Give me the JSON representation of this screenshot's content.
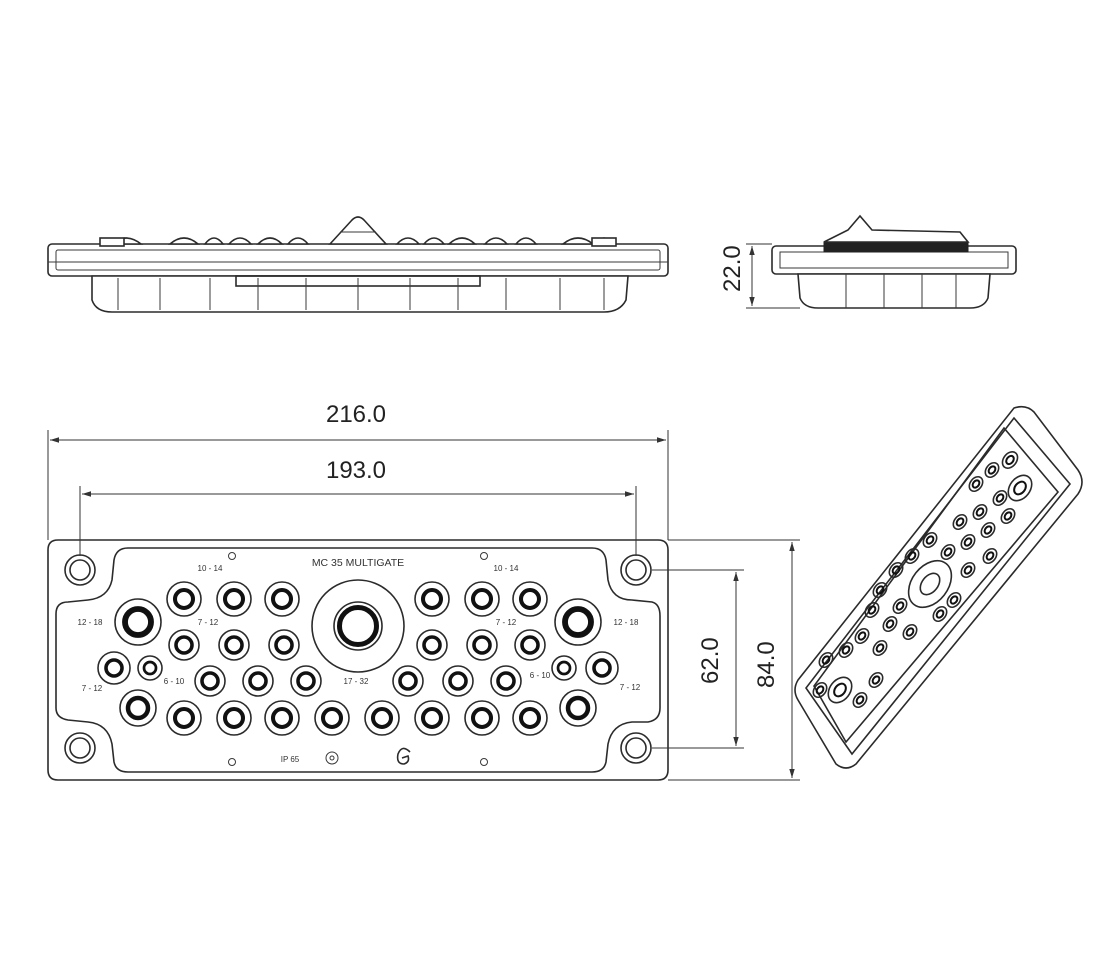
{
  "dimensions": {
    "overall_width": "216.0",
    "hole_spacing_width": "193.0",
    "hole_spacing_height": "62.0",
    "overall_height": "84.0",
    "depth": "22.0"
  },
  "plate": {
    "model_label": "MC 35 MULTIGATE",
    "rating_label": "IP 65",
    "range_labels": {
      "top_left": "10 - 14",
      "top_right": "10 - 14",
      "left_upper": "12 - 18",
      "right_upper": "12 - 18",
      "left_mid_a": "7 - 12",
      "right_mid_a": "7 - 12",
      "left_small": "6 - 10",
      "right_small": "6 - 10",
      "left_lower": "7 - 12",
      "right_lower": "7 - 12",
      "center": "17 - 32"
    }
  }
}
